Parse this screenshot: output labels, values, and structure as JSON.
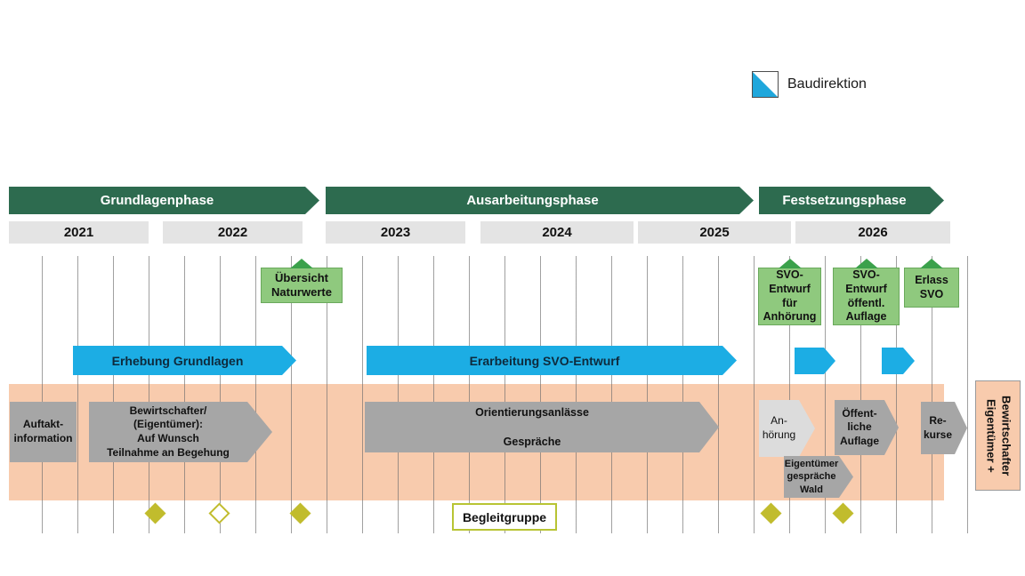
{
  "legend": {
    "label": "Baudirektion",
    "icon": "zurich-flag"
  },
  "phases": [
    {
      "label": "Grundlagenphase"
    },
    {
      "label": "Ausarbeitungsphase"
    },
    {
      "label": "Festsetzungsphase"
    }
  ],
  "years": [
    {
      "label": "2021"
    },
    {
      "label": "2022"
    },
    {
      "label": "2023"
    },
    {
      "label": "2024"
    },
    {
      "label": "2025"
    },
    {
      "label": "2026"
    }
  ],
  "milestones": [
    {
      "label": "Übersicht\nNaturwerte"
    },
    {
      "label": "SVO-\nEntwurf\nfür\nAnhörung"
    },
    {
      "label": "SVO-\nEntwurf\nöffentl.\nAuflage"
    },
    {
      "label": "Erlass\nSVO"
    }
  ],
  "blue_bars": [
    {
      "label": "Erhebung Grundlagen"
    },
    {
      "label": "Erarbeitung SVO-Entwurf"
    },
    {
      "label": ""
    },
    {
      "label": ""
    }
  ],
  "gray_items": [
    {
      "label": "Auftakt-\ninformation"
    },
    {
      "label": "Bewirtschafter/\n(Eigentümer):\nAuf Wunsch\nTeilnahme an Begehung"
    },
    {
      "label": "Orientierungsanlässe\n\nGespräche"
    },
    {
      "label": "An-\nhörung"
    },
    {
      "label": "Öffent-\nliche\nAuflage"
    },
    {
      "label": "Re-\nkurse"
    },
    {
      "label": "Eigentümer\ngespräche\nWald"
    }
  ],
  "side_label": {
    "label": "Eigentümer +\nBewirtschafter"
  },
  "begleitgruppe": {
    "label": "Begleitgruppe"
  },
  "icons": {
    "diamond_filled": "♦",
    "diamond_hollow": "◇"
  },
  "colors": {
    "phase_green": "#2D6B4F",
    "milestone_green": "#8FC97E",
    "milestone_triangle_green": "#3BA14B",
    "activity_blue": "#1CADE4",
    "band_salmon": "#F8CBAD",
    "shape_gray": "#A6A6A6",
    "shape_light_gray": "#DCDCDC",
    "diamond_olive": "#C1BC2D",
    "year_band_gray": "#E4E4E4",
    "flag_blue": "#1FA7DC"
  }
}
